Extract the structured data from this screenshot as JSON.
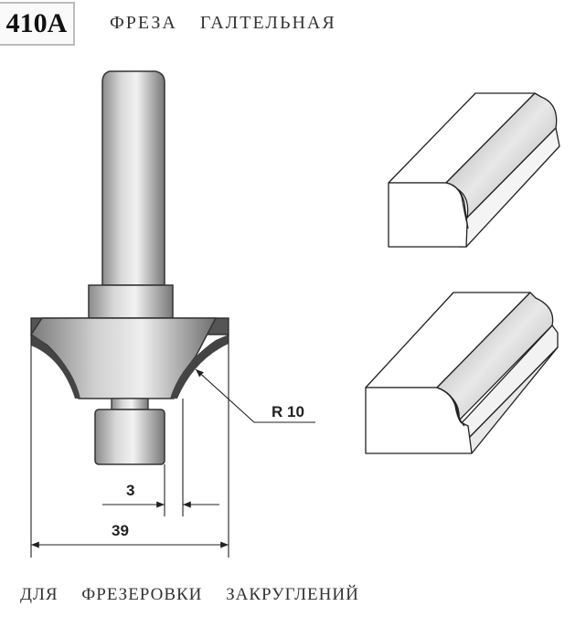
{
  "header": {
    "code": "410A",
    "title": "ФРЕЗА ГАЛТЕЛЬНАЯ"
  },
  "drawing": {
    "radius_label": "R 10",
    "dim_small": "3",
    "dim_overall": "39"
  },
  "footer": {
    "description": "ДЛЯ ФРЕЗЕРОВКИ ЗАКРУГЛЕНИЙ"
  }
}
